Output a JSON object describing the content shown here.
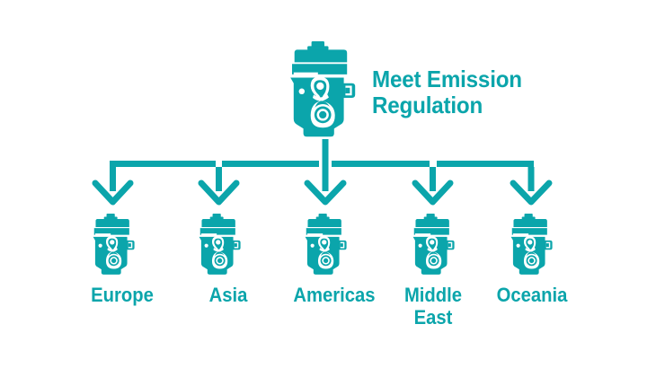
{
  "diagram": {
    "type": "tree",
    "orientation": "top-down",
    "accent_color": "#0BA5AB",
    "background_color": "#FFFFFF",
    "root": {
      "icon": "engine-icon",
      "title": "Meet Emission\nRegulation"
    },
    "children": [
      {
        "label": "Europe",
        "icon": "engine-icon"
      },
      {
        "label": "Asia",
        "icon": "engine-icon"
      },
      {
        "label": "Americas",
        "icon": "engine-icon"
      },
      {
        "label": "Middle\nEast",
        "icon": "engine-icon"
      },
      {
        "label": "Oceania",
        "icon": "engine-icon"
      }
    ]
  }
}
